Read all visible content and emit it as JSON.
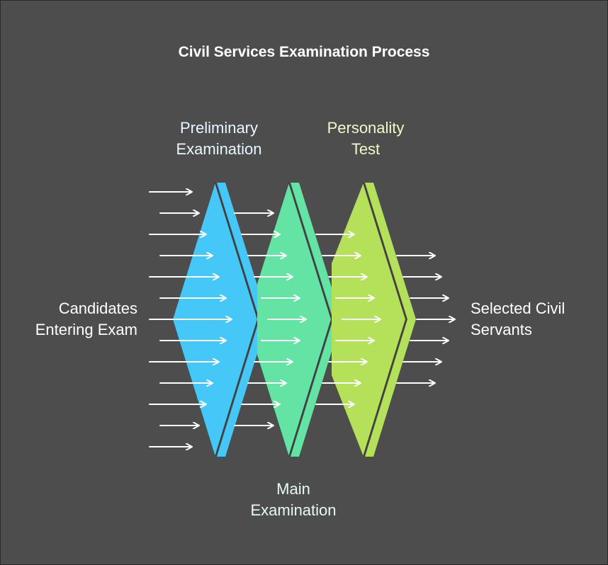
{
  "title": "Civil Services Examination Process",
  "colors": {
    "background": "#4d4d4d",
    "stage1": "#45c8f8",
    "stage2": "#63e3a4",
    "stage3": "#b5e05a",
    "arrow": "#ffffff",
    "stage_label_light": "#e8f6ff",
    "stage_label_yellow": "#f6f8c8",
    "stage_label_mint": "#e6faf2"
  },
  "input_label": [
    "Candidates",
    "Entering Exam"
  ],
  "output_label": [
    "Selected Civil",
    "Servants"
  ],
  "stages": [
    {
      "name": [
        "Preliminary",
        "Examination"
      ],
      "color": "#45c8f8",
      "label_position": "top"
    },
    {
      "name": [
        "Main",
        "Examination"
      ],
      "color": "#63e3a4",
      "label_position": "bottom"
    },
    {
      "name": [
        "Personality",
        "Test"
      ],
      "color": "#b5e05a",
      "label_position": "top"
    }
  ]
}
